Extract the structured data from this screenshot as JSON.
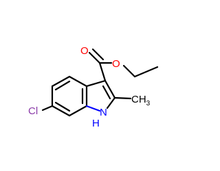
{
  "molecule": {
    "atoms": {
      "carbonyl_oxygen": "O",
      "ester_oxygen": "O",
      "nitrogen": "N",
      "nitrogen_hydrogen": "H",
      "chlorine": "Cl",
      "methyl": "CH",
      "methyl_subscript": "3"
    },
    "colors": {
      "oxygen": "#ff0000",
      "nitrogen": "#0000ff",
      "chlorine": "#8a3aa8",
      "carbon": "#000000"
    }
  }
}
